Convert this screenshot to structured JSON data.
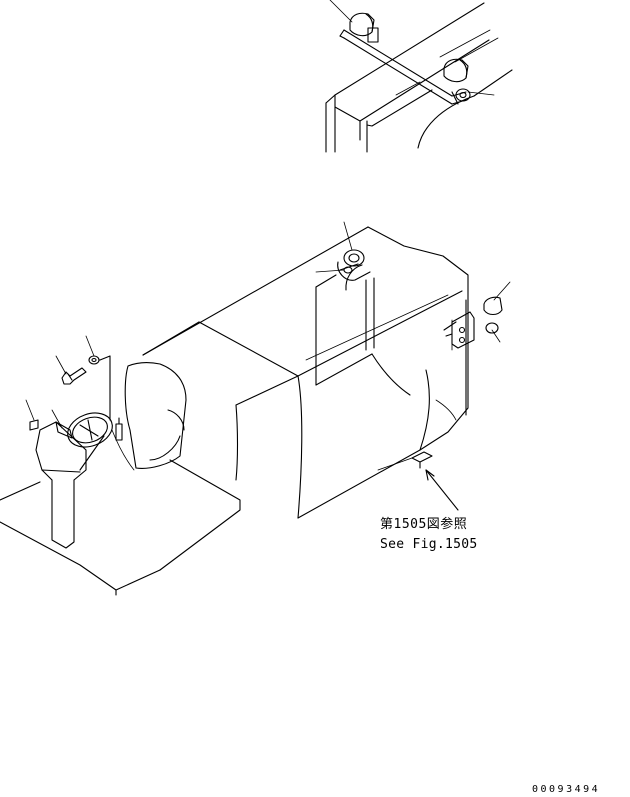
{
  "diagram": {
    "reference_jp": "第1505図参照",
    "reference_en": "See Fig.1505",
    "drawing_number": "00093494"
  }
}
